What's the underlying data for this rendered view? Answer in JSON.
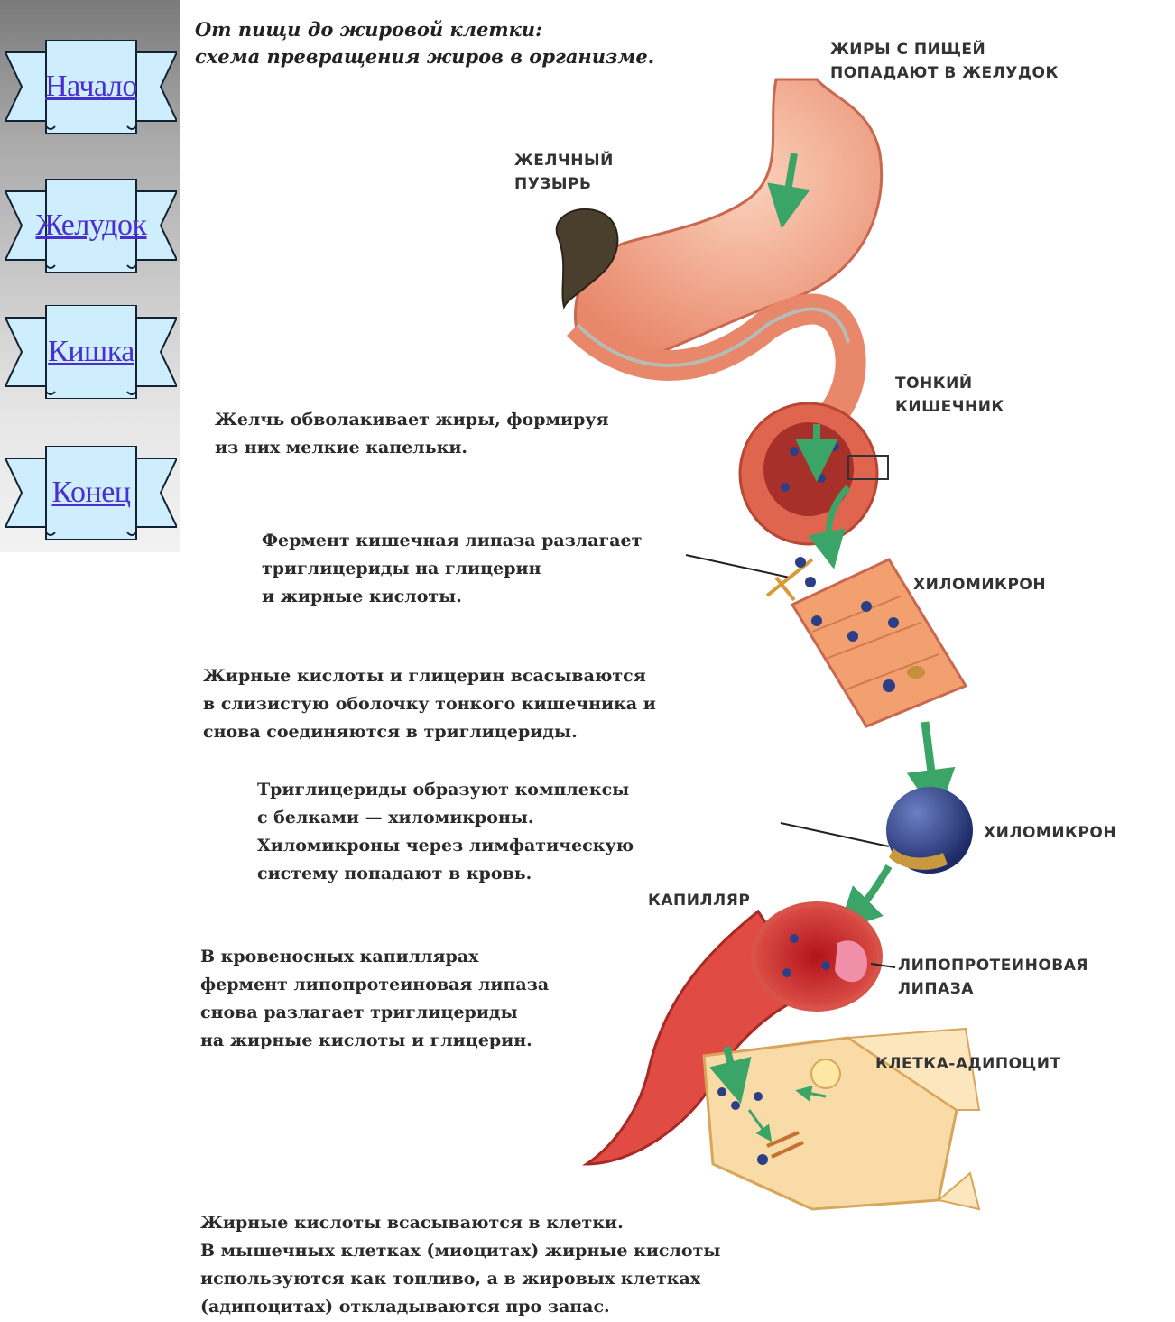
{
  "nav": {
    "items": [
      {
        "label": "Начало"
      },
      {
        "label": "Желудок"
      },
      {
        "label": "Кишка"
      },
      {
        "label": "Конец"
      }
    ]
  },
  "diagram": {
    "title": "От пищи до жировой клетки:\nсхема превращения жиров в организме.",
    "labels": {
      "stomach": "ЖИРЫ С ПИЩЕЙ\nПОПАДАЮТ В ЖЕЛУДОК",
      "gallbladder": "ЖЕЛЧНЫЙ\nПУЗЫРЬ",
      "small_intestine": "ТОНКИЙ\nКИШЕЧНИК",
      "chylomicron_1": "ХИЛОМИКРОН",
      "chylomicron_2": "ХИЛОМИКРОН",
      "capillary": "КАПИЛЛЯР",
      "lipoprotein_lipase": "ЛИПОПРОТЕИНОВАЯ\nЛИПАЗА",
      "adipocyte": "КЛЕТКА-АДИПОЦИТ"
    },
    "captions": {
      "bile": "Желчь обволакивает жиры, формируя\nиз них мелкие капельки.",
      "enzyme": "Фермент кишечная липаза разлагает\nтриглицериды на глицерин\nи жирные кислоты.",
      "absorb": "Жирные кислоты и глицерин всасываются\nв слизистую оболочку тонкого кишечника и\nснова соединяются в триглицериды.",
      "complexes": "Триглицериды образуют комплексы\nс белками — хиломикроны.\nХиломикроны через лимфатическую\nсистему попадают в кровь.",
      "capillaries": "В кровеносных капиллярах\nфермент липопротеиновая липаза\nснова разлагает триглицериды\nна жирные кислоты и глицерин.",
      "cells": "Жирные кислоты всасываются в клетки.\nВ мышечных клетках (миоцитах) жирные кислоты\nиспользуются как топливо, а в жировых клетках\n(адипоцитах) откладываются про запас."
    },
    "colors": {
      "nav_button_fill": "#cfeefd",
      "tissue": "#f2a58a",
      "blood": "#c8242a",
      "arrow": "#3aa566",
      "chylomicron": "#2c3f86",
      "cell": "#f8dba6"
    }
  }
}
